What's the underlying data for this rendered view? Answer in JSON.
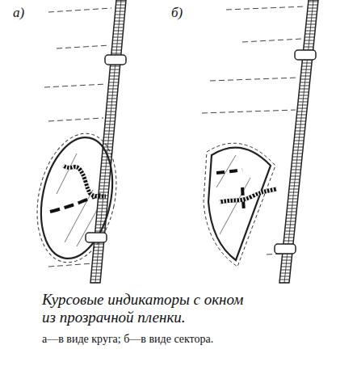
{
  "diagram": {
    "caption": "Курсовые индикаторы с окном из прозрачной пленки.",
    "labels": [
      "а)",
      "б)",
      "а—в виде круга; б—в виде сектора."
    ]
  }
}
